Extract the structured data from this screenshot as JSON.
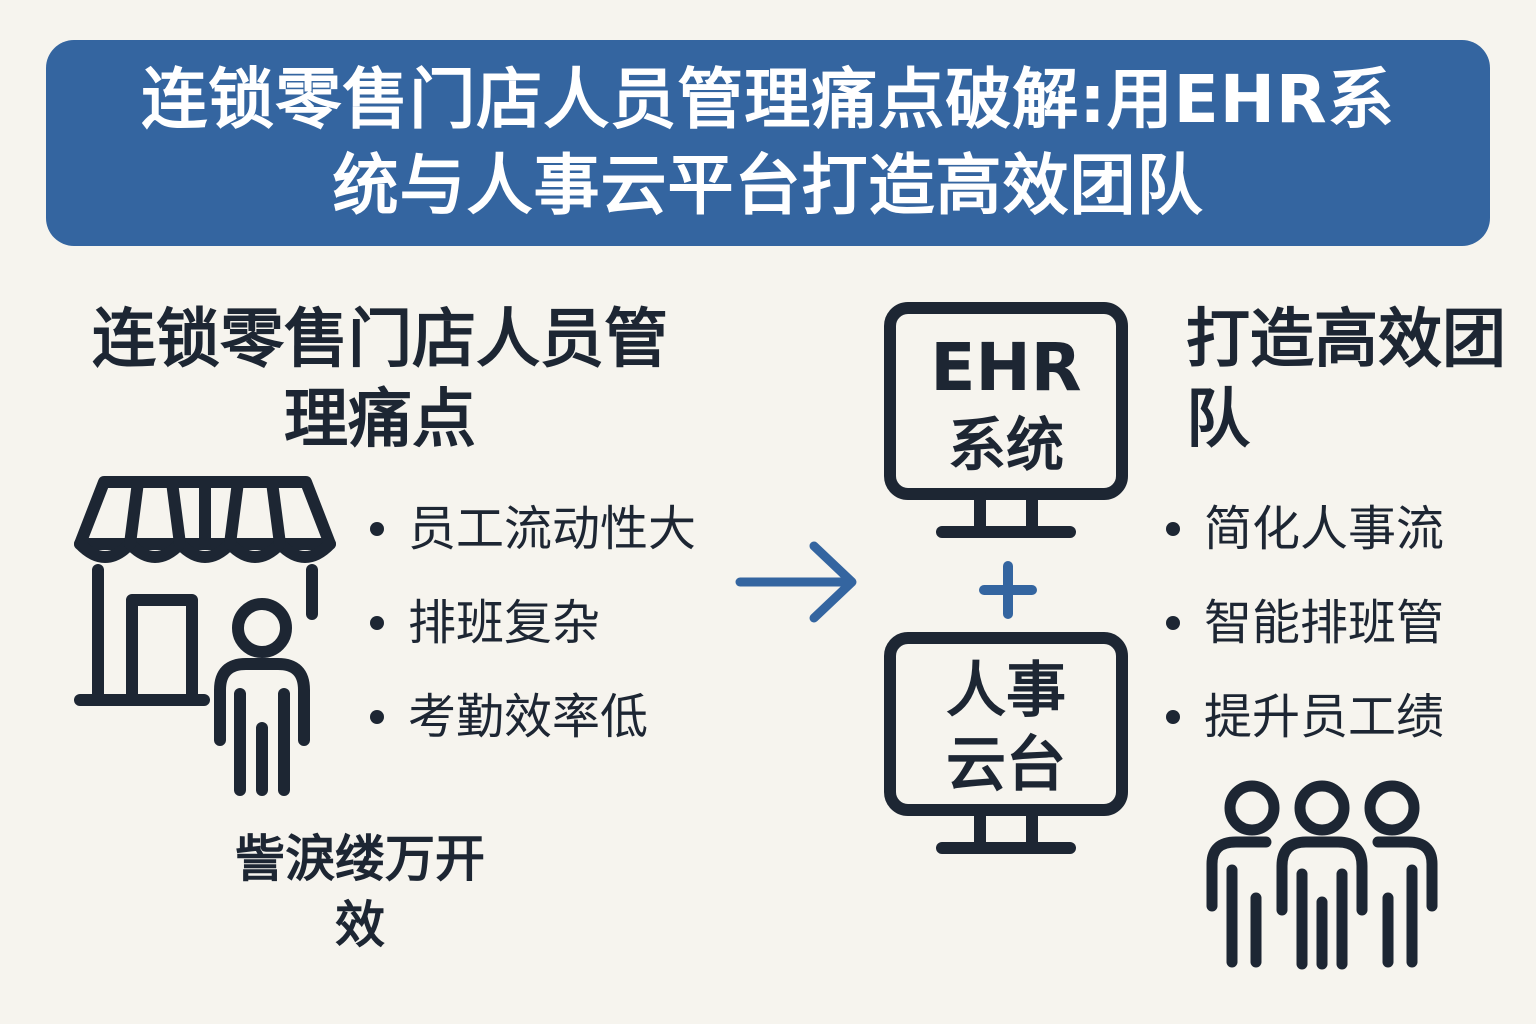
{
  "banner": {
    "title": "连锁零售门店人员管理痛点破解:用EHR系统与人事云平台打造高效团队"
  },
  "left_panel": {
    "heading": "连锁零售门店人员管理痛点",
    "pain_points": [
      "员工流动性大",
      "排班复杂",
      "考勤效率低"
    ],
    "sub_label": "訾淚缕万开效"
  },
  "center_panel": {
    "ehr_label_line1": "EHR",
    "ehr_label_line2": "系统",
    "plus_symbol": "+",
    "hr_cloud_label_line1": "人事",
    "hr_cloud_label_line2": "云台"
  },
  "right_panel": {
    "heading": "打造高效团队",
    "benefits": [
      "简化人事流",
      "智能排班管",
      "提升员工绩"
    ]
  },
  "colors": {
    "banner": "#3465a0",
    "background": "#f6f4ee",
    "ink": "#1d2633",
    "accent": "#3465a0"
  },
  "icons": [
    "storefront-icon",
    "person-icon",
    "arrow-right-icon",
    "monitor-icon",
    "plus-icon",
    "team-icon"
  ]
}
